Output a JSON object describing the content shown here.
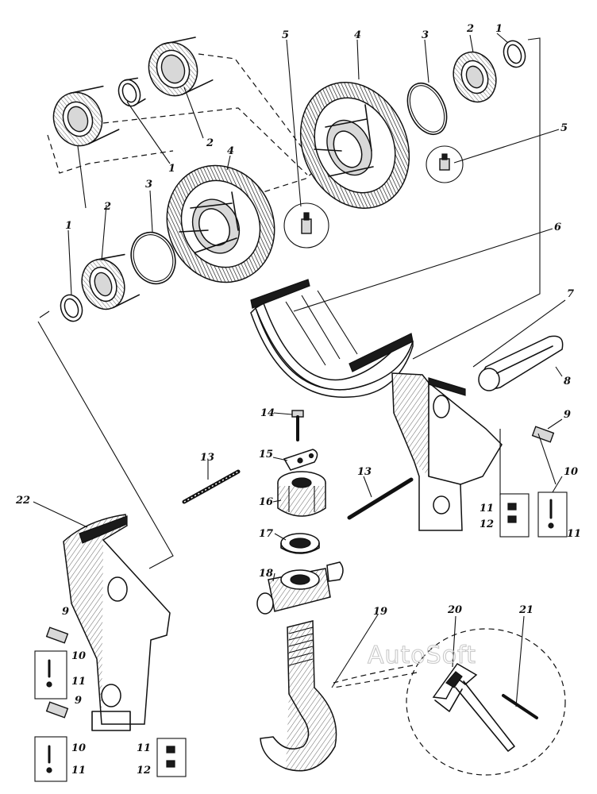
{
  "labels": {
    "l1": "1",
    "l2": "2",
    "l3": "3",
    "l4": "4",
    "l5": "5",
    "l6": "6",
    "l7": "7",
    "l8": "8",
    "l9": "9",
    "l10": "10",
    "l11": "11",
    "l12": "12",
    "l13": "13",
    "l14": "14",
    "l15": "15",
    "l16": "16",
    "l17": "17",
    "l18": "18",
    "l19": "19",
    "l20": "20",
    "l21": "21",
    "l22": "22"
  },
  "watermark": "AutoSoft"
}
